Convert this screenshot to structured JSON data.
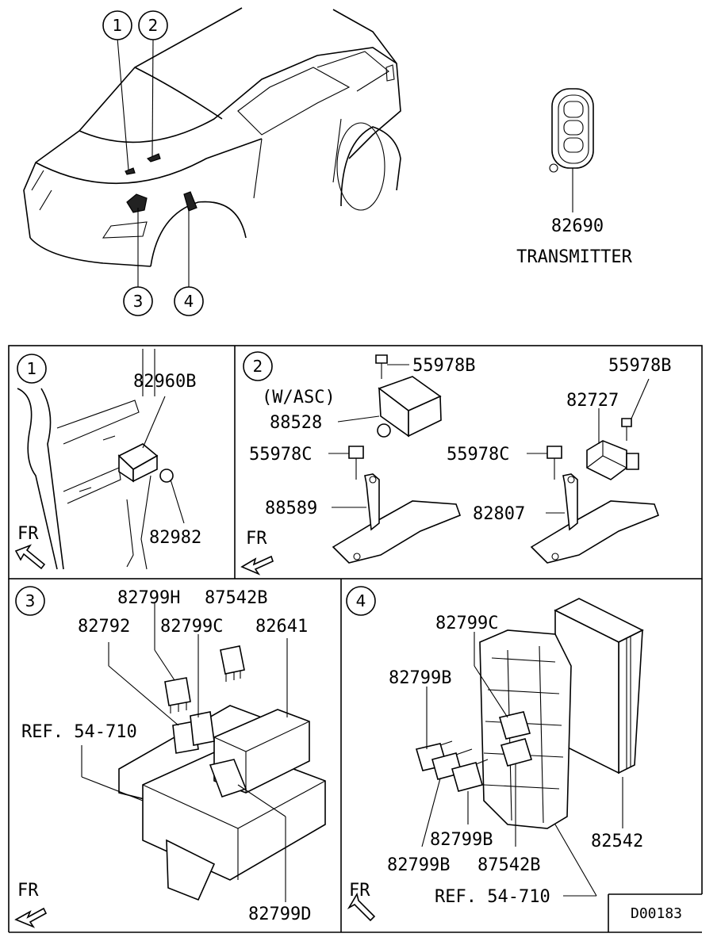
{
  "overview": {
    "callouts": [
      "1",
      "2",
      "3",
      "4"
    ],
    "transmitter_part": "82690",
    "transmitter_name": "TRANSMITTER"
  },
  "panel1": {
    "number": "1",
    "labels": [
      "82960B",
      "82982"
    ],
    "direction": "FR"
  },
  "panel2": {
    "number": "2",
    "labels": [
      "55978B",
      "(W/ASC)",
      "88528",
      "55978C",
      "88589",
      "55978B",
      "82727",
      "55978C",
      "82807"
    ],
    "direction": "FR"
  },
  "panel3": {
    "number": "3",
    "labels": [
      "82799H",
      "87542B",
      "82792",
      "82799C",
      "82641",
      "REF. 54-710",
      "82799D"
    ],
    "direction": "FR"
  },
  "panel4": {
    "number": "4",
    "labels": [
      "82799C",
      "82799B",
      "82542",
      "82799B",
      "82799B",
      "87542B",
      "REF. 54-710"
    ],
    "direction": "FR"
  },
  "diagram_code": "D00183"
}
